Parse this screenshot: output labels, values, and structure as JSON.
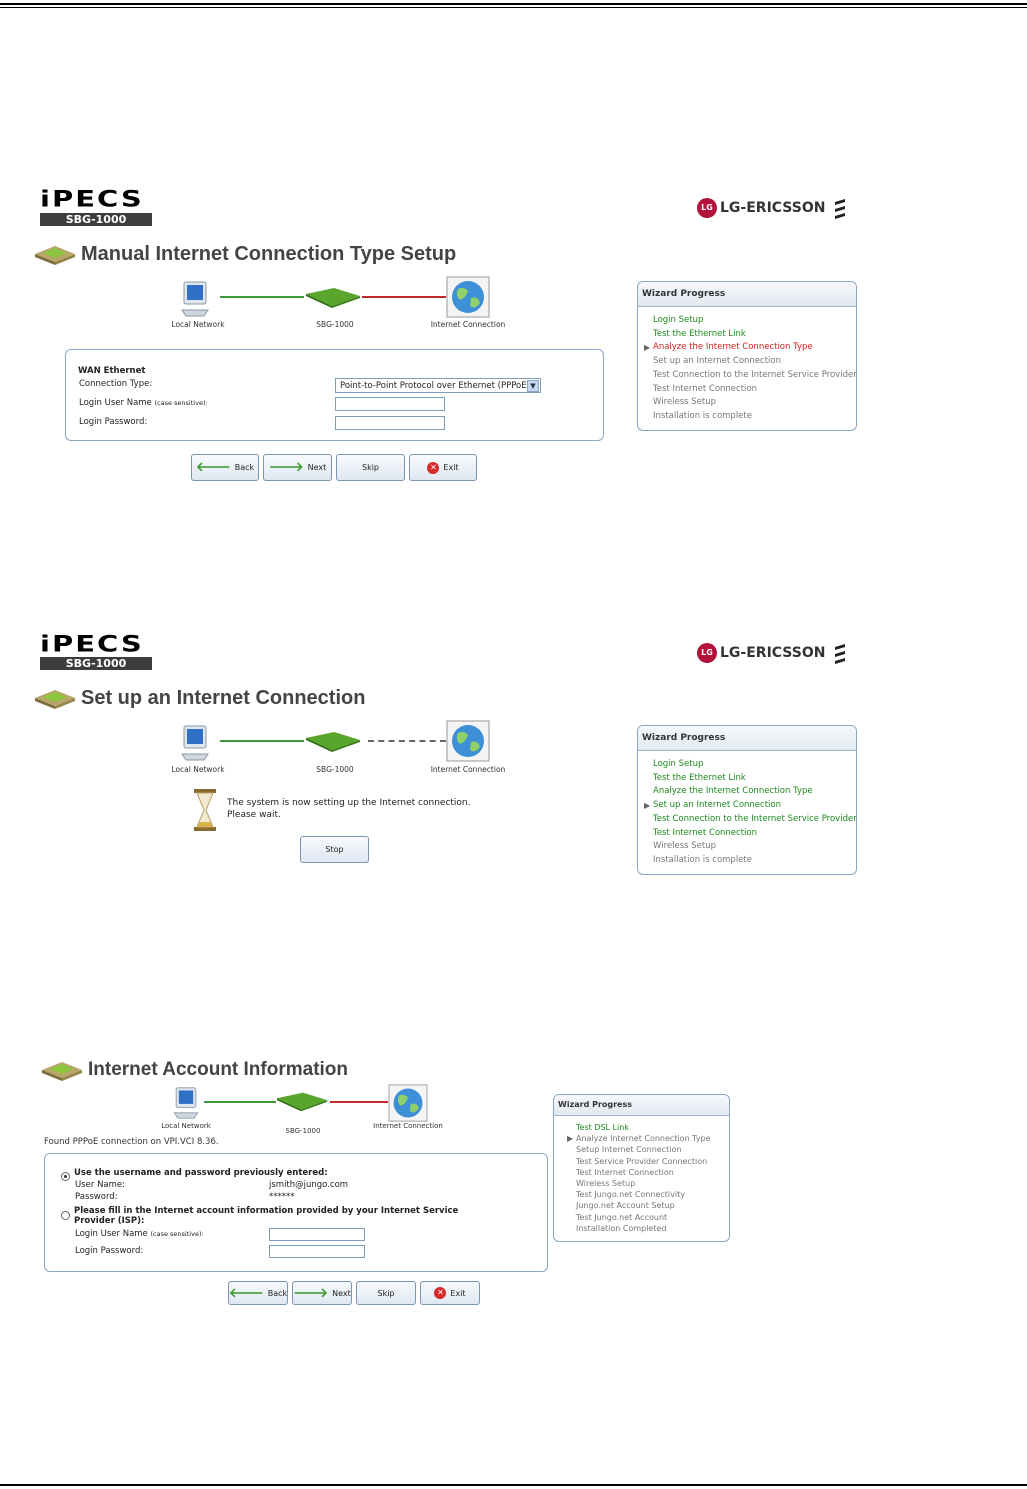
{
  "screen1": {
    "logo": {
      "brand": "iPECS",
      "model": "SBG-1000"
    },
    "vendor": {
      "circle": "LG",
      "name": "LG-ERICSSON"
    },
    "title": "Manual Internet Connection Type Setup",
    "diagram": {
      "local": "Local Network",
      "device": "SBG-1000",
      "internet": "Internet Connection"
    },
    "form": {
      "section": "WAN Ethernet",
      "connection_type_label": "Connection Type:",
      "connection_type_value": "Point-to-Point Protocol over Ethernet (PPPoE)",
      "username_label": "Login User Name",
      "username_hint": "(case sensitive):",
      "password_label": "Login Password:"
    },
    "buttons": {
      "back": "Back",
      "next": "Next",
      "skip": "Skip",
      "exit": "Exit"
    },
    "wizard": {
      "title": "Wizard Progress",
      "items": [
        "Login Setup",
        "Test the Ethernet Link",
        "Analyze the Internet Connection Type",
        "Set up an Internet Connection",
        "Test Connection to the Internet Service Provider",
        "Test Internet Connection",
        "Wireless Setup",
        "Installation is complete"
      ],
      "current": 2
    }
  },
  "screen2": {
    "logo": {
      "brand": "iPECS",
      "model": "SBG-1000"
    },
    "vendor": {
      "circle": "LG",
      "name": "LG-ERICSSON"
    },
    "title": "Set up an Internet Connection",
    "diagram": {
      "local": "Local Network",
      "device": "SBG-1000",
      "internet": "Internet Connection"
    },
    "status_line1": "The system is now setting up the Internet connection.",
    "status_line2": "Please wait.",
    "stop": "Stop",
    "wizard": {
      "title": "Wizard Progress",
      "items": [
        "Login Setup",
        "Test the Ethernet Link",
        "Analyze the Internet Connection Type",
        "Set up an Internet Connection",
        "Test Connection to the Internet Service Provider",
        "Test Internet Connection",
        "Wireless Setup",
        "Installation is complete"
      ],
      "current": 3
    }
  },
  "screen3": {
    "title": "Internet Account Information",
    "diagram": {
      "local": "Local Network",
      "device": "SBG-1000",
      "internet": "Internet Connection"
    },
    "found_text": "Found PPPoE connection on VPI.VCI 8.36.",
    "option1": "Use the username and password previously entered:",
    "username_label": "User Name:",
    "username_value": "jsmith@jungo.com",
    "password_label": "Password:",
    "password_value": "******",
    "option2_line1": "Please fill in the Internet account information provided by your Internet Service",
    "option2_line2": "Provider (ISP):",
    "login_user_label": "Login User Name",
    "login_user_hint": "(case sensitive):",
    "login_password_label": "Login Password:",
    "buttons": {
      "back": "Back",
      "next": "Next",
      "skip": "Skip",
      "exit": "Exit"
    },
    "wizard": {
      "title": "Wizard Progress",
      "items": [
        "Test DSL Link",
        "Analyze Internet Connection Type",
        "Setup Internet Connection",
        "Test Service Provider Connection",
        "Test Internet Connection",
        "Wireless Setup",
        "Test Jungo.net Connectivity",
        "Jungo.net Account Setup",
        "Test Jungo.net Account",
        "Installation Completed"
      ],
      "current": 1
    }
  }
}
